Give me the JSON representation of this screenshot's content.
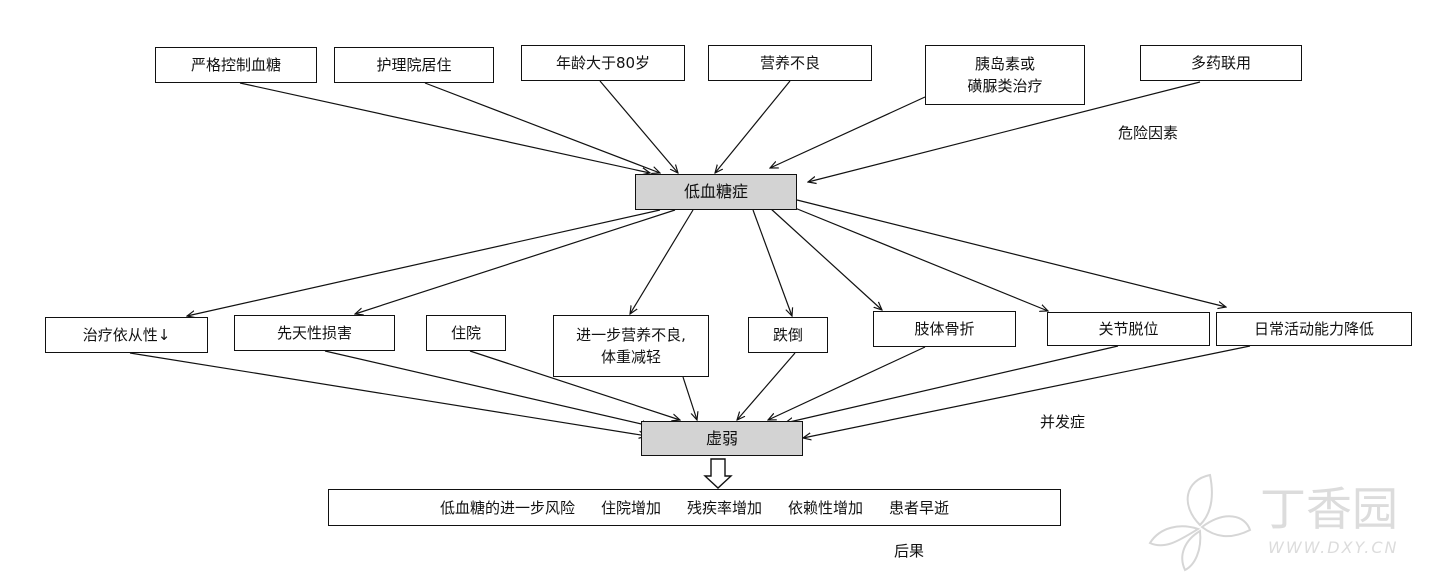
{
  "risk_factors": [
    {
      "id": "strict-glucose",
      "text": "严格控制血糖"
    },
    {
      "id": "nursing-home",
      "text": "护理院居住"
    },
    {
      "id": "age-over-80",
      "text": "年龄大于80岁"
    },
    {
      "id": "malnutrition",
      "text": "营养不良"
    },
    {
      "id": "insulin-sulfonylurea",
      "text": "胰岛素或\n磺脲类治疗"
    },
    {
      "id": "polypharmacy",
      "text": "多药联用"
    }
  ],
  "risk_label": "危险因素",
  "center": "低血糖症",
  "complications": [
    {
      "id": "adherence",
      "text": "治疗依从性↓"
    },
    {
      "id": "congenital",
      "text": "先天性损害"
    },
    {
      "id": "hospitalized",
      "text": "住院"
    },
    {
      "id": "weight-loss",
      "text": "进一步营养不良,\n体重减轻"
    },
    {
      "id": "fall",
      "text": "跌倒"
    },
    {
      "id": "fracture",
      "text": "肢体骨折"
    },
    {
      "id": "dislocation",
      "text": "关节脱位"
    },
    {
      "id": "daily-activity",
      "text": "日常活动能力降低"
    }
  ],
  "complication_label": "并发症",
  "frailty": "虚弱",
  "outcomes": [
    "低血糖的进一步风险",
    "住院增加",
    "残疾率增加",
    "依赖性增加",
    "患者早逝"
  ],
  "outcome_label": "后果",
  "watermark": {
    "brand": "丁香园",
    "url": "WWW.DXY.CN"
  }
}
